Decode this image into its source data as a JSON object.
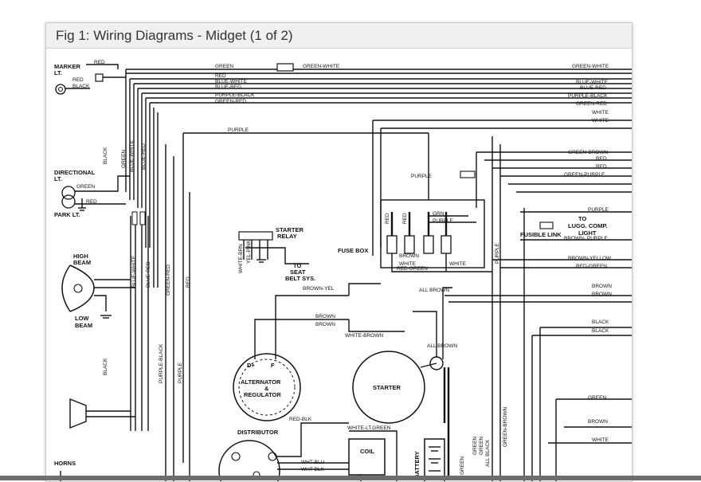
{
  "figure": {
    "title": "Fig 1: Wiring Diagrams - Midget (1 of 2)"
  },
  "components": {
    "marker": "MARKER",
    "marker2": "LT.",
    "directional": "DIRECTIONAL",
    "directional2": "LT.",
    "park": "PARK LT.",
    "high": "HIGH",
    "high2": "BEAM",
    "low": "LOW",
    "low2": "BEAM",
    "horns": "HORNS",
    "starter_relay": "STARTER",
    "starter_relay2": "RELAY",
    "fuse_box": "FUSE BOX",
    "seat_belt": "TO",
    "seat_belt2": "SEAT",
    "seat_belt3": "BELT SYS.",
    "alternator": "ALTERNATOR",
    "alternator2": "&",
    "alternator3": "REGULATOR",
    "starter": "STARTER",
    "distributor": "DISTRIBUTOR",
    "coil": "COIL",
    "battery": "BATTERY",
    "lugg": "TO",
    "lugg2": "LUGG. COMP.",
    "lugg3": "LIGHT",
    "fusible_link": "FUSIBLE LINK",
    "d_plus": "D+",
    "f_term": "F"
  },
  "wires": {
    "red": "RED",
    "black": "BLACK",
    "green": "GREEN",
    "green_white": "GREEN-WHITE",
    "blue_white": "BLUE-WHITE",
    "blue_red": "BLUE-RED",
    "purple_black": "PURPLE-BLACK",
    "green_red": "GREEN-RED",
    "white": "WHITE",
    "purple": "PURPLE",
    "green_brown": "GREEN-BROWN",
    "green_purple": "GREEN-PURPLE",
    "brown": "BROWN",
    "brown_purple": "BROWN- PURPLE",
    "brown_yellow": "BROWN-YELLOW",
    "red_green": "RED-GREEN",
    "brown_yel": "BROWN-YEL",
    "white_brown": "WHITE-BROWN",
    "all_brown": "ALL BROWN",
    "red_blk": "RED-BLK",
    "white_ltgreen": "WHITE-LT.GREEN",
    "wht_blu": "WHT-BLU",
    "wht_blk": "WHT-BLK",
    "purple_black2": "PURPLE-BLACK",
    "grn": "GRN",
    "all_black": "ALL BLACK",
    "white_brn": "WHITE-BRN",
    "yel_pink": "YEL-PINK"
  }
}
